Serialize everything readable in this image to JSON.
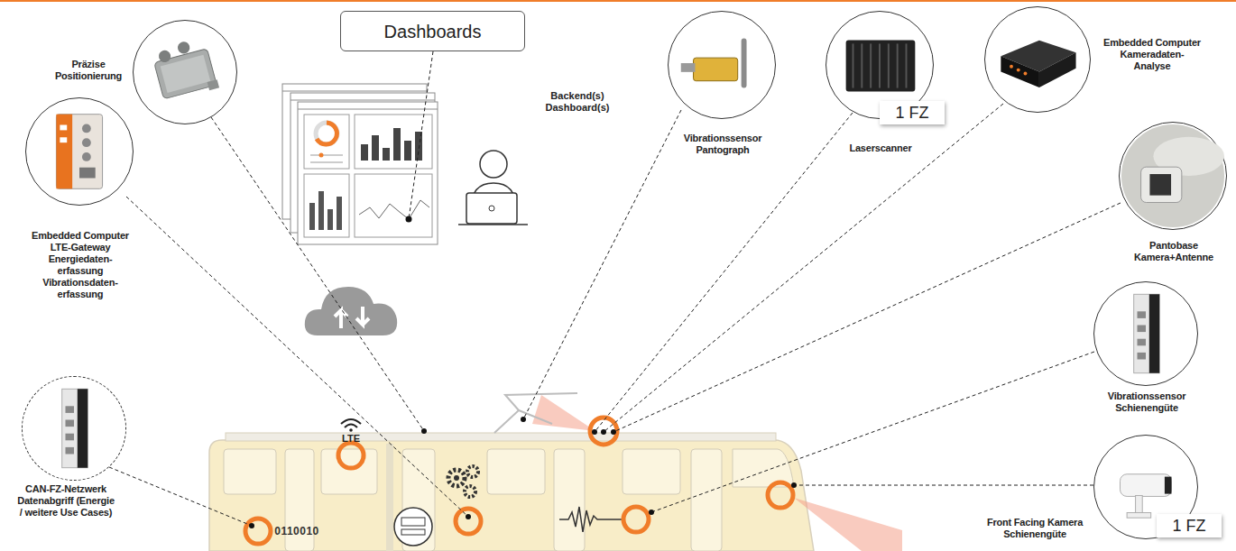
{
  "diagram": {
    "nodes": [
      {
        "text": [
          "Dashboards"
        ]
      },
      {
        "text": [
          "Präzise Positionierung"
        ]
      },
      {
        "text": [
          "Embedded Computer",
          "LTE-Gateway",
          "Energiedaten- erfassung",
          "Vibrationsdaten- erfassung"
        ]
      },
      {
        "text": [
          "CAN-FZ-Netzwerk Datenabgriff (Energie / weitere Use Cases)"
        ]
      },
      {
        "text": [
          "Vibrationssensor Pantograph"
        ]
      },
      {
        "text": [
          "Laserscanner"
        ]
      },
      {
        "text": [
          "Embedded Computer",
          "Kameradaten- Analyse"
        ]
      },
      {
        "text": [
          "Pantobase Kamera+Antenne"
        ]
      },
      {
        "text": [
          "Vibrationssensor Schienengüte"
        ]
      },
      {
        "text": [
          "Front Facing Kamera Schienengüte"
        ]
      }
    ],
    "labels": [
      "Backend(s) Dashboard(s)",
      "1 FZ",
      "1 FZ",
      "LTE",
      "0110010"
    ]
  }
}
